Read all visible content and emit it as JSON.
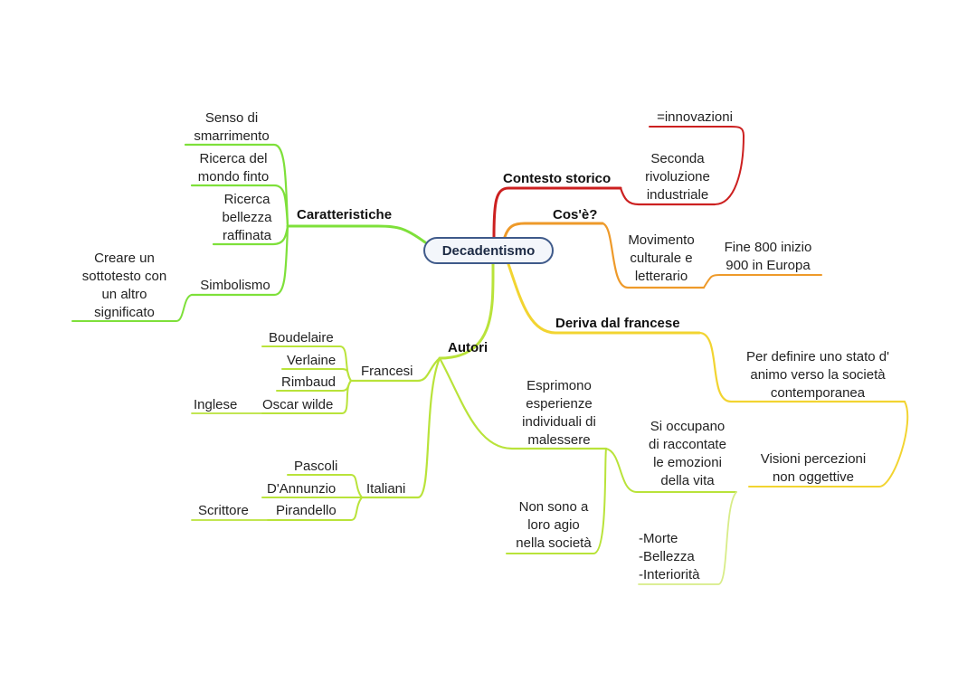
{
  "center": "Decadentismo",
  "colors": {
    "green": "#7ee03a",
    "lime": "#b9e33a",
    "red": "#cc2020",
    "orange": "#ee9a2a",
    "yellow": "#f2d431",
    "center_border": "#3f5a8a"
  },
  "caratteristiche": {
    "title": "Caratteristiche",
    "items": [
      "Senso di\nsmarrimento",
      "Ricerca del\nmondo finto",
      "Ricerca\nbellezza\nraffinata",
      "Simbolismo"
    ],
    "simbolismo_note": "Creare un\nsottotesto con\nun altro\nsignificato"
  },
  "contesto": {
    "title": "Contesto storico",
    "item": "Seconda\nrivoluzione\nindustriale",
    "sub": "=innovazioni"
  },
  "cose": {
    "title": "Cos'è?",
    "item": "Movimento\nculturale e\nletterario",
    "sub": "Fine 800 inizio\n900 in Europa"
  },
  "deriva": {
    "title": "Deriva dal francese",
    "item1": "Per definire uno stato d'\nanimo verso la società\ncontemporanea",
    "item2": "Visioni percezioni\nnon oggettive"
  },
  "autori": {
    "title": "Autori",
    "francesi": {
      "label": "Francesi",
      "items": [
        "Boudelaire",
        "Verlaine",
        "Rimbaud",
        "Oscar wilde"
      ],
      "wilde_note": "Inglese"
    },
    "italiani": {
      "label": "Italiani",
      "items": [
        "Pascoli",
        "D'Annunzio",
        "Pirandello"
      ],
      "pirandello_note": "Scrittore"
    },
    "esprimono": "Esprimono\nesperienze\nindividuali di\nmalessere",
    "non_agio": "Non sono a\nloro agio\nnella società",
    "si_occupano": "Si occupano\ndi raccontate\nle emozioni\ndella vita",
    "temi": "-Morte\n-Bellezza\n-Interiorità"
  }
}
